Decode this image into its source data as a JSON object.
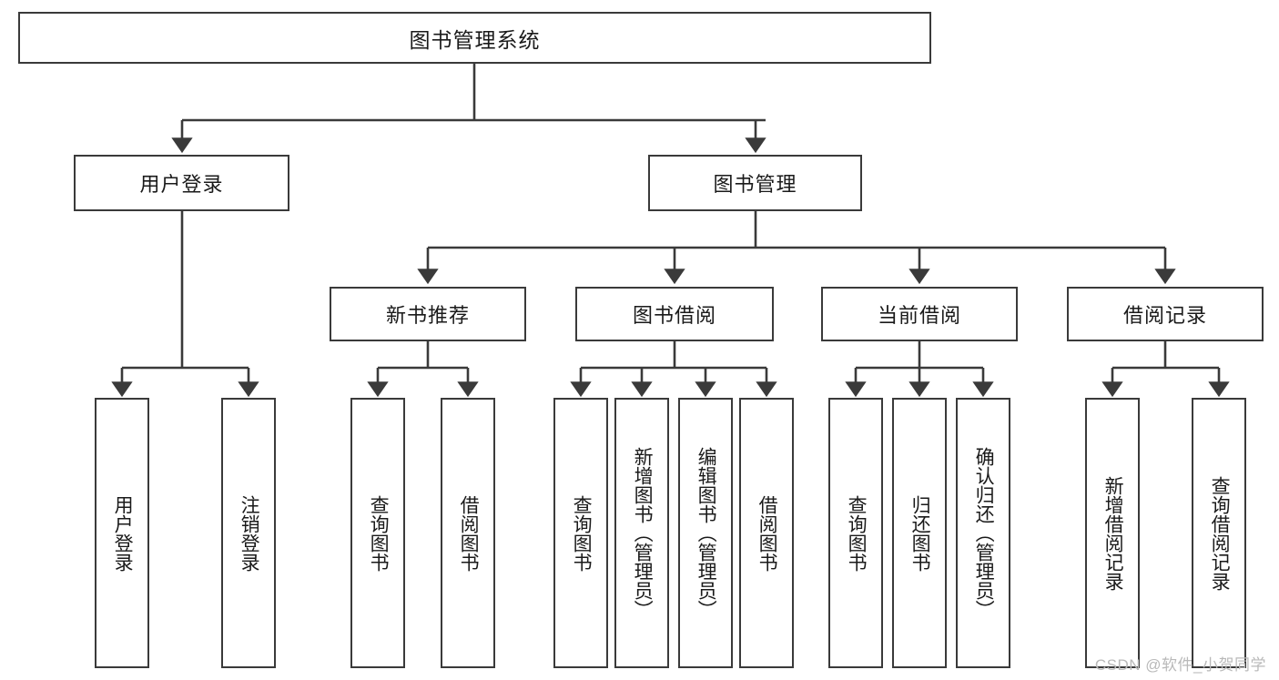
{
  "diagram": {
    "kind": "tree-hierarchy-chart",
    "title": "图书管理系统",
    "stroke_color": "#3a3a3a",
    "fill_color": "#ffffff",
    "text_color": "#1a1a1a",
    "root": {
      "label": "图书管理系统"
    },
    "level2": [
      {
        "id": "user-login",
        "label": "用户登录"
      },
      {
        "id": "book-manage",
        "label": "图书管理"
      }
    ],
    "level3": [
      {
        "id": "new-book-rec",
        "label": "新书推荐"
      },
      {
        "id": "book-borrow",
        "label": "图书借阅"
      },
      {
        "id": "current-borrow",
        "label": "当前借阅"
      },
      {
        "id": "borrow-record",
        "label": "借阅记录"
      }
    ],
    "leaves": {
      "user_login": [
        {
          "id": "leaf-user-login",
          "label": "用户登录"
        },
        {
          "id": "leaf-logout",
          "label": "注销登录"
        }
      ],
      "new_book_rec": [
        {
          "id": "leaf-query-book-1",
          "label": "查询图书"
        },
        {
          "id": "leaf-borrow-book-1",
          "label": "借阅图书"
        }
      ],
      "book_borrow": [
        {
          "id": "leaf-query-book-2",
          "label": "查询图书"
        },
        {
          "id": "leaf-add-book",
          "label": "新增图书（管理员）"
        },
        {
          "id": "leaf-edit-book",
          "label": "编辑图书（管理员）"
        },
        {
          "id": "leaf-borrow-book-2",
          "label": "借阅图书"
        }
      ],
      "current_borrow": [
        {
          "id": "leaf-query-book-3",
          "label": "查询图书"
        },
        {
          "id": "leaf-return-book",
          "label": "归还图书"
        },
        {
          "id": "leaf-confirm-return",
          "label": "确认归还（管理员）"
        }
      ],
      "borrow_record": [
        {
          "id": "leaf-add-record",
          "label": "新增借阅记录"
        },
        {
          "id": "leaf-query-record",
          "label": "查询借阅记录"
        }
      ]
    }
  },
  "watermark": {
    "text": "CSDN @软件_小贺同学"
  }
}
